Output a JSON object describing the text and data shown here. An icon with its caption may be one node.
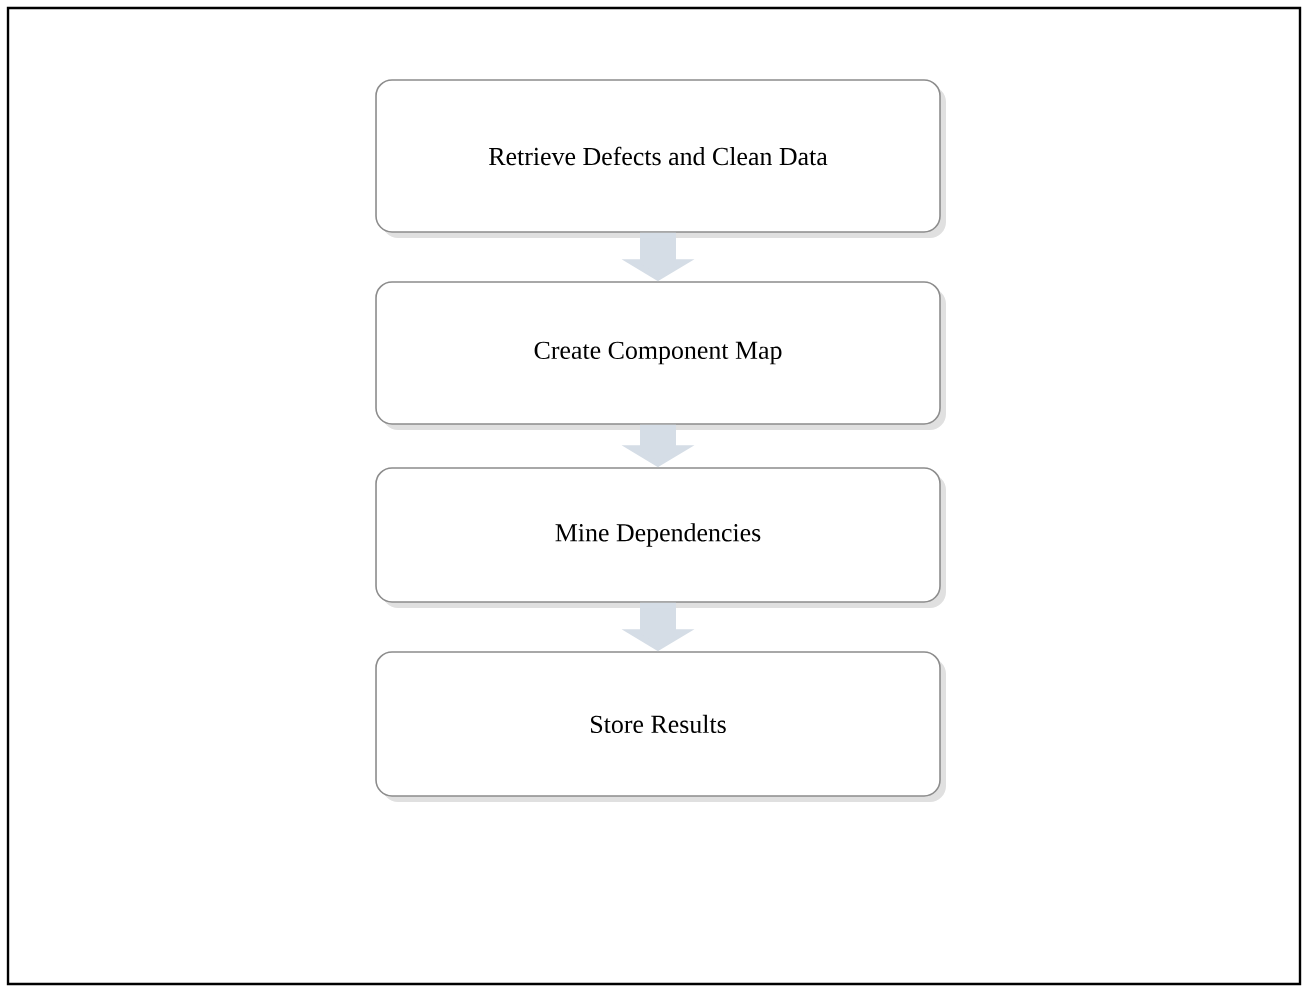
{
  "diagram": {
    "nodes": [
      {
        "text": [
          "Retrieve Defects and Clean Data"
        ]
      },
      {
        "text": [
          "Create Component Map"
        ]
      },
      {
        "text": [
          "Mine Dependencies"
        ]
      },
      {
        "text": [
          "Store Results"
        ]
      }
    ],
    "edges": [
      {
        "from": 0,
        "to": 1,
        "arrow": "to"
      },
      {
        "from": 1,
        "to": 2,
        "arrow": "to"
      },
      {
        "from": 2,
        "to": 3,
        "arrow": "to"
      }
    ]
  }
}
